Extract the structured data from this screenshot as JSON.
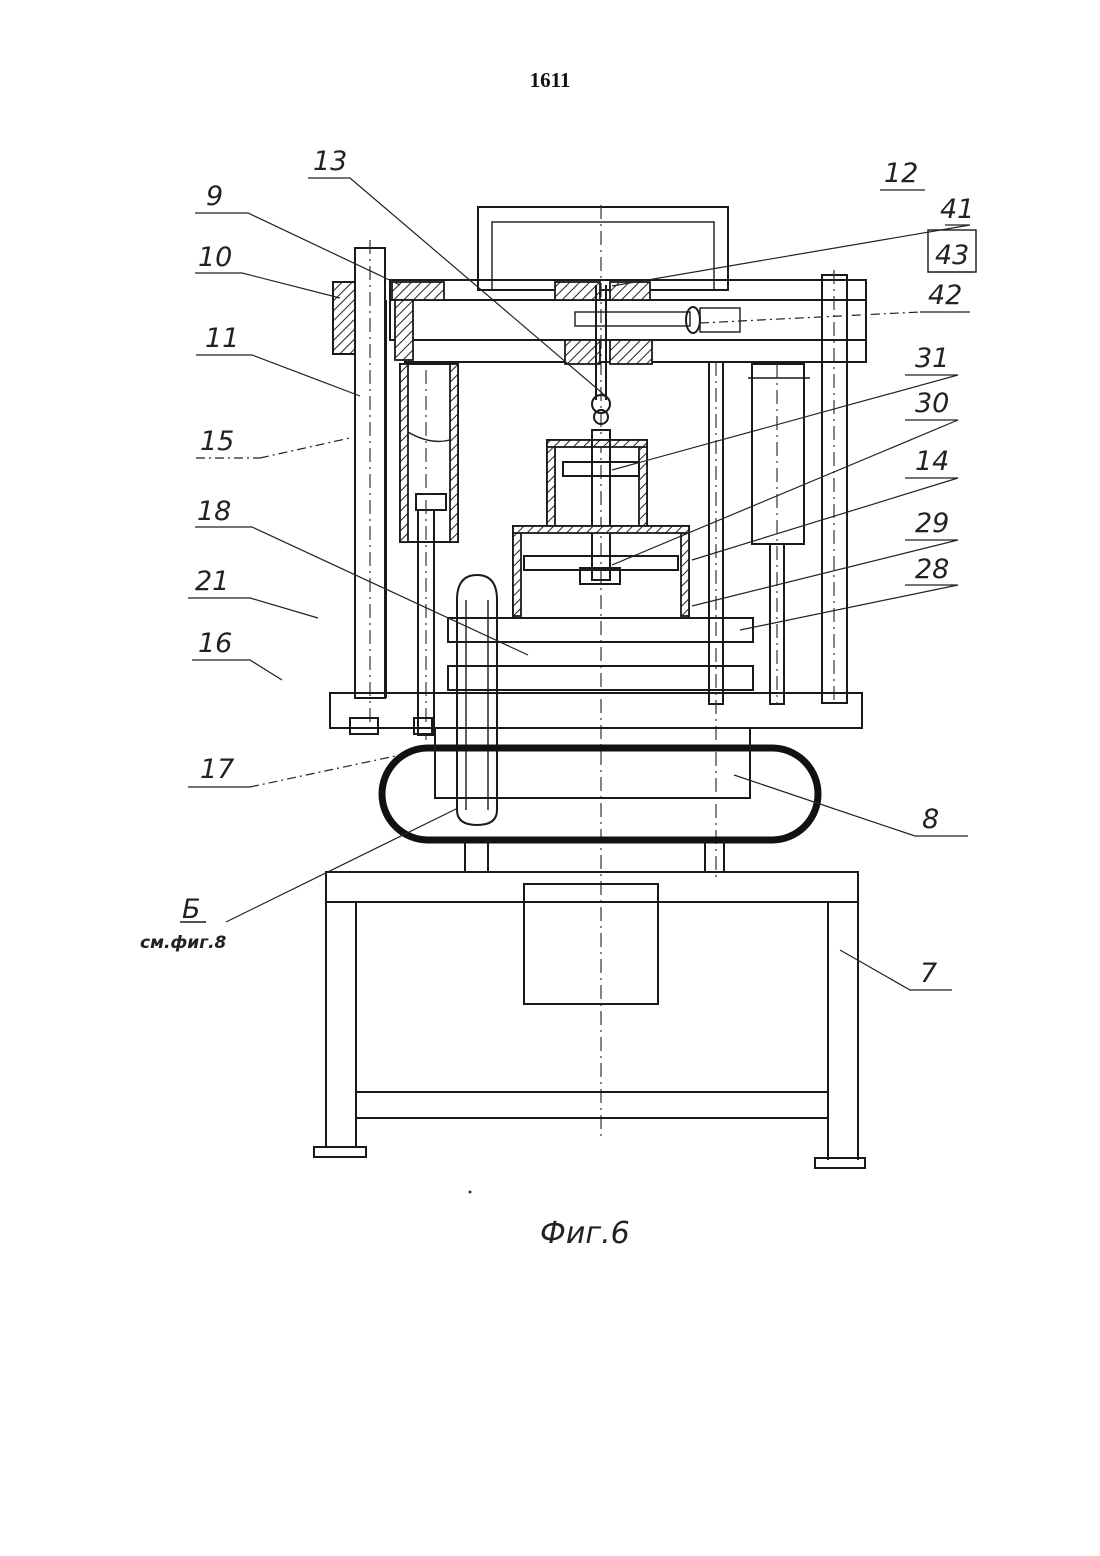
{
  "page_number": "1611",
  "figure_caption": "Фиг.6",
  "labels": {
    "l13": "13",
    "l12": "12",
    "l9": "9",
    "l41": "41",
    "l43": "43",
    "l10": "10",
    "l42": "42",
    "l11": "11",
    "l31": "31",
    "l30": "30",
    "l15": "15",
    "l14": "14",
    "l18": "18",
    "l29": "29",
    "l28": "28",
    "l21": "21",
    "l16": "16",
    "l17": "17",
    "l8": "8",
    "lB": "Б",
    "lSee": "см.фиг.8",
    "l7": "7"
  }
}
